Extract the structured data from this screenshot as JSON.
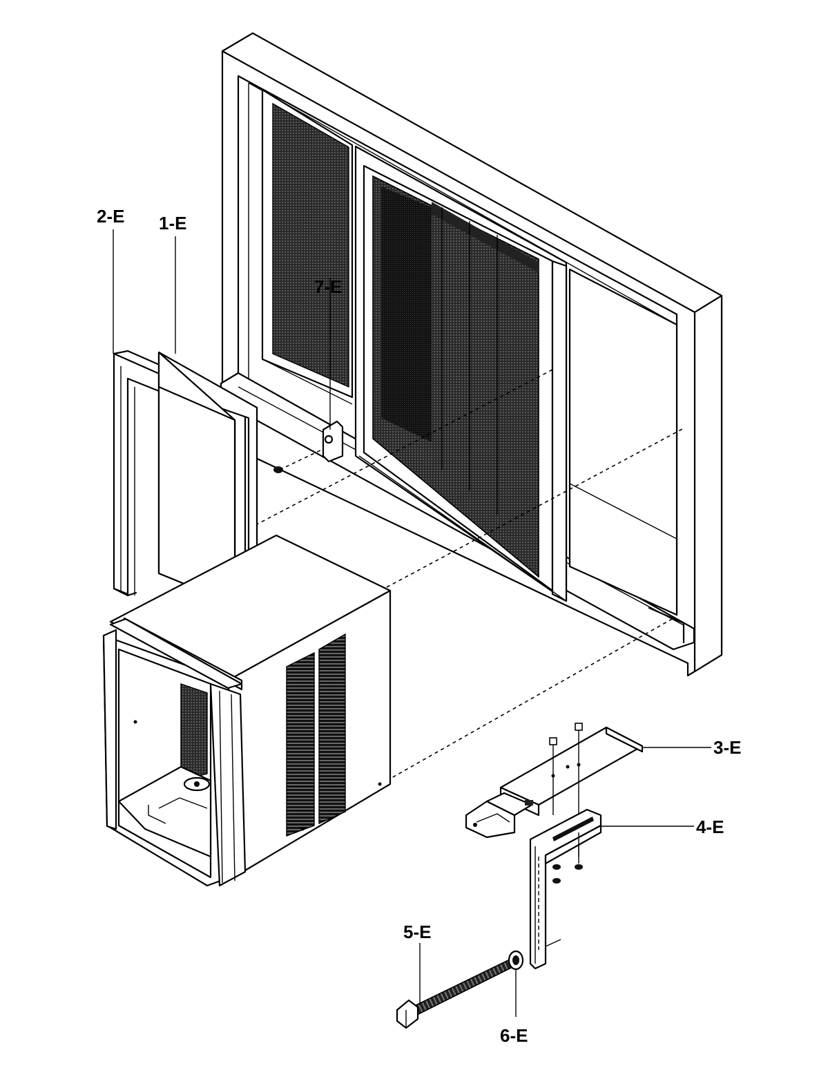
{
  "labels": {
    "part_2e": "2-E",
    "part_1e": "1-E",
    "part_7e": "7-E",
    "part_3e": "3-E",
    "part_4e": "4-E",
    "part_5e": "5-E",
    "part_6e": "6-E"
  },
  "colors": {
    "line": "#000000",
    "background": "#ffffff",
    "screen_dark": "#1a1a1a",
    "screen_mid": "#333333"
  }
}
